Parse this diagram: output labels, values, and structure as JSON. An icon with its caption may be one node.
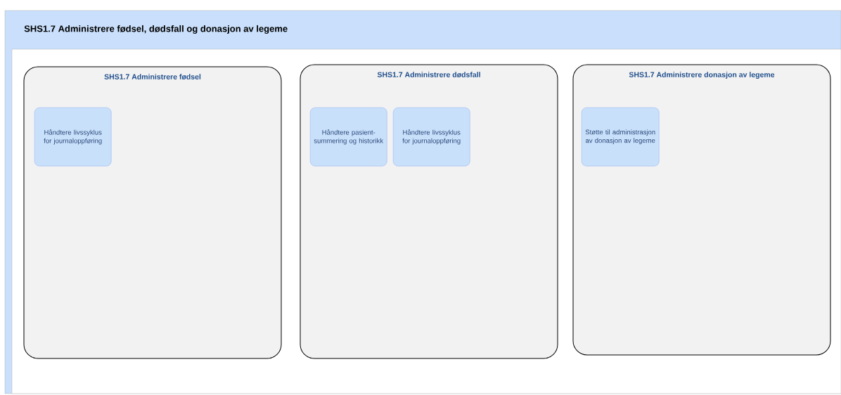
{
  "diagram": {
    "nodes": [
      {
        "text": [
          "SHS1.7 Administrere fødsel, dødsfall og donasjon av legeme"
        ]
      },
      {
        "text": [
          "SHS1.7 Administrere fødsel"
        ],
        "in": 0
      },
      {
        "text": [
          "Håndtere livssyklus for journaloppføring"
        ],
        "in": 1
      },
      {
        "text": [
          "SHS1.7 Administrere dødsfall"
        ],
        "in": 0
      },
      {
        "text": [
          "Håndtere pasient-summering og historikk"
        ],
        "in": 3
      },
      {
        "text": [
          "Håndtere livssyklus for journaloppføring"
        ],
        "in": 3
      },
      {
        "text": [
          "SHS1.7 Administrere donasjon av legeme"
        ],
        "in": 0
      },
      {
        "text": [
          "Støtte til administrasjon av donasjon av legeme"
        ],
        "in": 6
      }
    ]
  }
}
